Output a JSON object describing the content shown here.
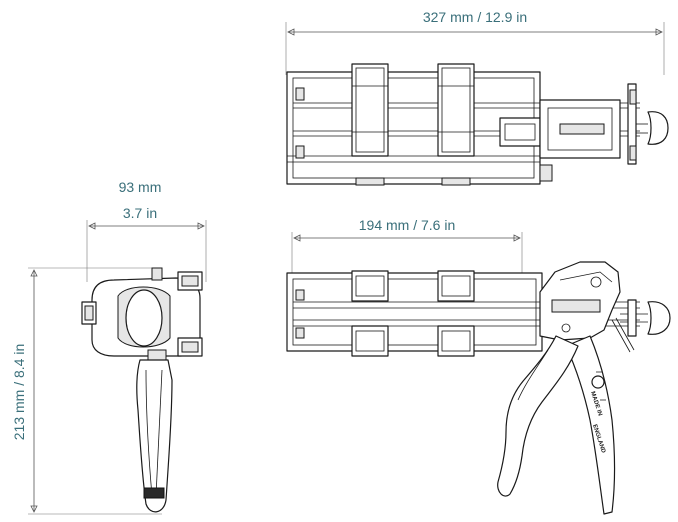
{
  "dimensions": {
    "overall_length": "327 mm / 12.9 in",
    "width_mm": "93 mm",
    "width_in": "3.7 in",
    "height": "213 mm / 8.4 in",
    "cartridge_length": "194 mm / 7.6 in"
  },
  "engraving": {
    "line1": "MADE IN",
    "line2": "ENGLAND"
  }
}
